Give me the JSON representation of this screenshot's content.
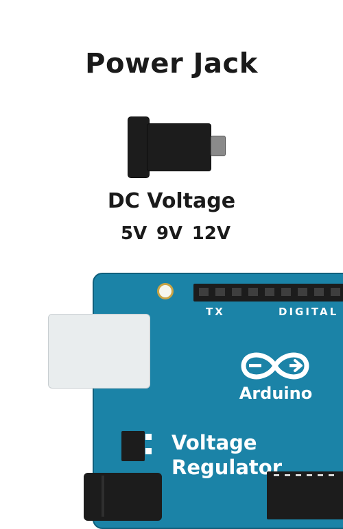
{
  "title": "Power Jack",
  "dc_label": "DC Voltage",
  "voltages": [
    "5V",
    "9V",
    "12V"
  ],
  "board": {
    "tx_label": "TX",
    "digital_label": "DIGITAL",
    "brand": "Arduino",
    "regulator_label_line1": "Voltage",
    "regulator_label_line2": "Regulator"
  },
  "colors": {
    "board": "#1b83a7",
    "component": "#1c1c1c",
    "text": "#1a1a1a"
  }
}
